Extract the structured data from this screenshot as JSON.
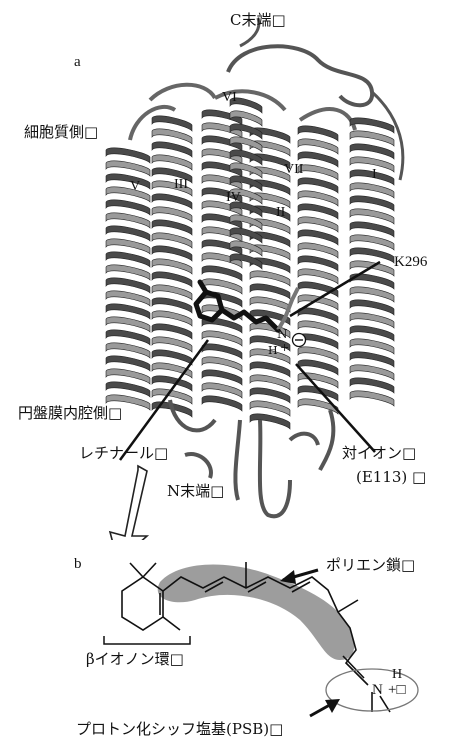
{
  "panel_a": {
    "label": "a",
    "c_terminus": "C末端□",
    "cytoplasmic_side": "細胞質側□",
    "helices": [
      "VI",
      "III",
      "IV",
      "VII",
      "V",
      "II",
      "I"
    ],
    "lysine": "K296",
    "n_h_label": "N",
    "h_label": "H",
    "plus_label": "+",
    "minus_label": "⊖",
    "disc_lumen_side": "円盤膜内腔側□",
    "retinal": "レチナール□",
    "counterion": "対イオン□",
    "counterion_residue": "(E113) □",
    "n_terminus": "N末端□"
  },
  "panel_b": {
    "label": "b",
    "polyene_chain": "ポリエン鎖□",
    "beta_ionone_ring": "βイオノン環□",
    "psb_h": "H",
    "psb_n": "N",
    "psb_charge": "+□",
    "psb_label": "プロトン化シッフ塩基(PSB)□"
  },
  "colors": {
    "ribbon": "#4a4a4a",
    "ribbon_light": "#9a9a9a",
    "retinal": "#111111",
    "polyene_shade": "#8c8c8c"
  }
}
